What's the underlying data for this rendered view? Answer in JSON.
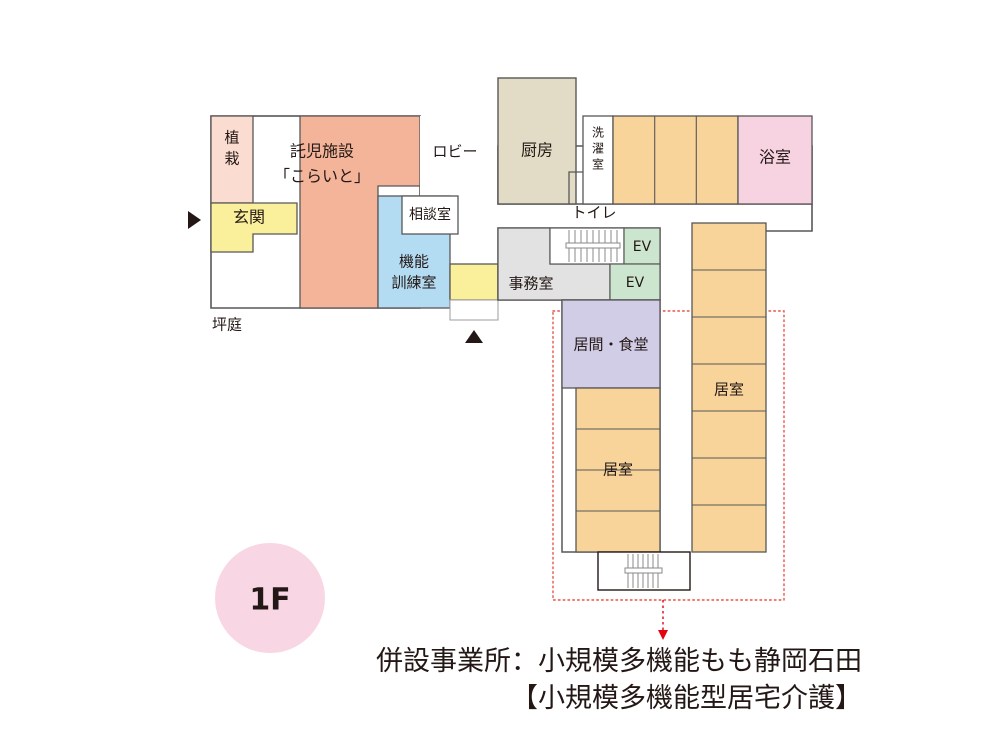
{
  "plan": {
    "floor_badge": {
      "label": "1F",
      "circle_color": "#f9d6e4",
      "text_color": "#231815"
    },
    "caption": {
      "line1": "併設事業所：小規模多機能もも静岡石田",
      "line2": "【小規模多機能型居宅介護】",
      "color": "#231815",
      "pointer_color": "#e60012"
    },
    "boundary": {
      "name": "annex-boundary",
      "style": "dotted",
      "color": "#e8534a"
    },
    "colors": {
      "planting": "#fadcd0",
      "daycare": "#f4b49a",
      "entrance": "#faef9a",
      "kitchen": "#e2dcc6",
      "laundry": "#ffffff",
      "tatami": "#f8d49a",
      "bath": "#f7d3e2",
      "training": "#b3dcf3",
      "consult": "#ffffff",
      "office": "#e2e2e2",
      "elevator": "#cbe5cf",
      "living": "#d2cde6",
      "corridor": "#faef9a",
      "stroke": "#595757"
    },
    "rooms": [
      {
        "id": "planting",
        "label": "植栽",
        "orientation": "vertical",
        "color": "#fadcd0"
      },
      {
        "id": "daycare",
        "label": "託児施設\n「こらいと」",
        "orientation": "horizontal",
        "color": "#f4b49a"
      },
      {
        "id": "entrance",
        "label": "玄関",
        "orientation": "horizontal",
        "color": "#faef9a"
      },
      {
        "id": "lobby",
        "label": "ロビー",
        "orientation": "horizontal",
        "color": "#ffffff"
      },
      {
        "id": "kitchen",
        "label": "厨房",
        "orientation": "horizontal",
        "color": "#e2dcc6"
      },
      {
        "id": "laundry",
        "label": "洗濯室",
        "orientation": "vertical",
        "color": "#ffffff"
      },
      {
        "id": "bath",
        "label": "浴室",
        "orientation": "horizontal",
        "color": "#f7d3e2"
      },
      {
        "id": "toilet",
        "label": "トイレ",
        "orientation": "horizontal",
        "color": "#ffffff"
      },
      {
        "id": "consult",
        "label": "相談室",
        "orientation": "horizontal",
        "color": "#ffffff"
      },
      {
        "id": "training",
        "label": "機能\n訓練室",
        "orientation": "horizontal",
        "color": "#b3dcf3"
      },
      {
        "id": "office",
        "label": "事務室",
        "orientation": "horizontal",
        "color": "#e2e2e2"
      },
      {
        "id": "elevator_1",
        "label": "EV",
        "orientation": "horizontal",
        "color": "#cbe5cf"
      },
      {
        "id": "elevator_2",
        "label": "EV",
        "orientation": "horizontal",
        "color": "#cbe5cf"
      },
      {
        "id": "living",
        "label": "居間・食堂",
        "orientation": "horizontal",
        "color": "#d2cde6"
      },
      {
        "id": "room_left",
        "label": "居室",
        "orientation": "horizontal",
        "color": "#f8d49a"
      },
      {
        "id": "room_right",
        "label": "居室",
        "orientation": "horizontal",
        "color": "#f8d49a"
      },
      {
        "id": "courtyard",
        "label": "坪庭",
        "orientation": "horizontal",
        "color": "#ffffff"
      }
    ],
    "markers": [
      {
        "id": "entry-arrow-west",
        "glyph": "▶",
        "meaning": "main-entrance-direction"
      },
      {
        "id": "entry-arrow-south",
        "glyph": "▲",
        "meaning": "secondary-entrance-direction"
      }
    ],
    "stair_count": 2,
    "elevator_count": 2,
    "tatami_top_cells": 3,
    "room_left_cells": 4,
    "room_right_cells": 7
  }
}
